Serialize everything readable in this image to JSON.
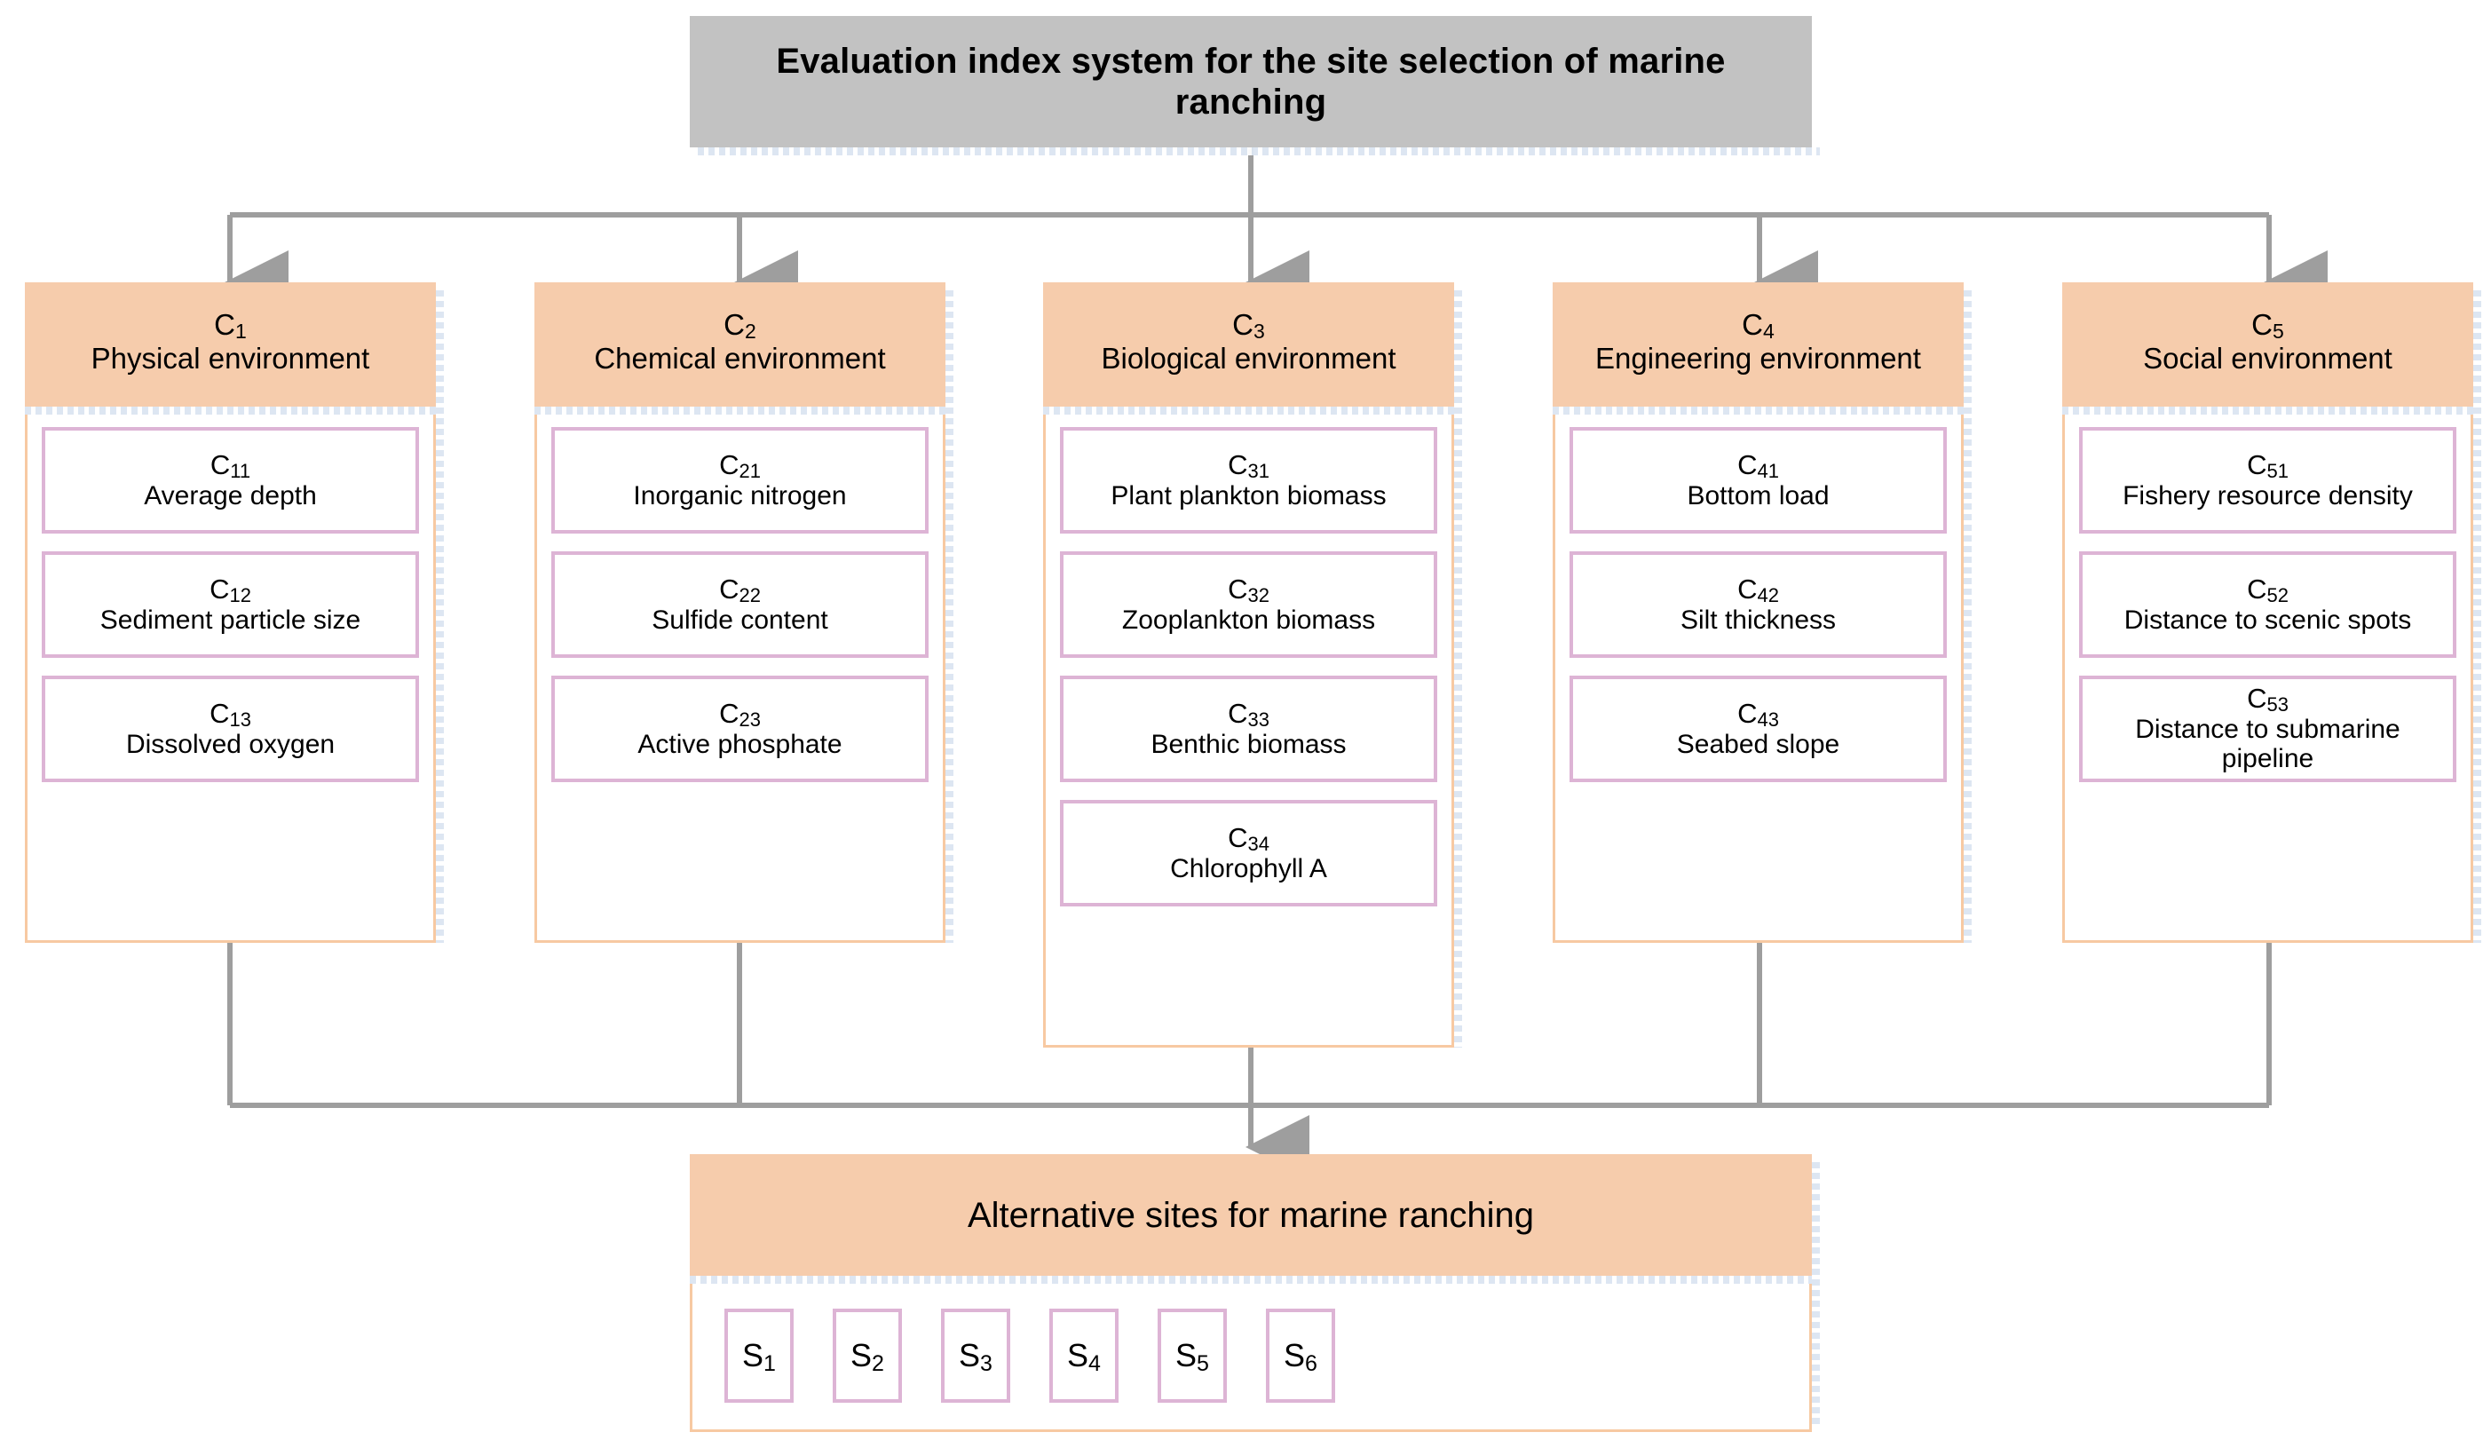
{
  "diagram": {
    "type": "hierarchy-tree",
    "root": {
      "title": "Evaluation index system for the site selection of marine ranching"
    },
    "criteria": [
      {
        "code": "C",
        "sub": "1",
        "name": "Physical environment",
        "indicators": [
          {
            "code": "C",
            "sub": "11",
            "name": "Average depth"
          },
          {
            "code": "C",
            "sub": "12",
            "name": "Sediment particle size"
          },
          {
            "code": "C",
            "sub": "13",
            "name": "Dissolved oxygen"
          }
        ]
      },
      {
        "code": "C",
        "sub": "2",
        "name": "Chemical environment",
        "indicators": [
          {
            "code": "C",
            "sub": "21",
            "name": "Inorganic nitrogen"
          },
          {
            "code": "C",
            "sub": "22",
            "name": "Sulfide content"
          },
          {
            "code": "C",
            "sub": "23",
            "name": "Active phosphate"
          }
        ]
      },
      {
        "code": "C",
        "sub": "3",
        "name": "Biological environment",
        "indicators": [
          {
            "code": "C",
            "sub": "31",
            "name": "Plant plankton biomass"
          },
          {
            "code": "C",
            "sub": "32",
            "name": "Zooplankton biomass"
          },
          {
            "code": "C",
            "sub": "33",
            "name": "Benthic biomass"
          },
          {
            "code": "C",
            "sub": "34",
            "name": "Chlorophyll A"
          }
        ]
      },
      {
        "code": "C",
        "sub": "4",
        "name": "Engineering environment",
        "indicators": [
          {
            "code": "C",
            "sub": "41",
            "name": "Bottom load"
          },
          {
            "code": "C",
            "sub": "42",
            "name": "Silt thickness"
          },
          {
            "code": "C",
            "sub": "43",
            "name": "Seabed slope"
          }
        ]
      },
      {
        "code": "C",
        "sub": "5",
        "name": "Social environment",
        "indicators": [
          {
            "code": "C",
            "sub": "51",
            "name": "Fishery resource density"
          },
          {
            "code": "C",
            "sub": "52",
            "name": "Distance to scenic spots"
          },
          {
            "code": "C",
            "sub": "53",
            "name": "Distance to submarine pipeline"
          }
        ]
      }
    ],
    "alternatives": {
      "title": "Alternative sites for marine ranching",
      "sites": [
        {
          "code": "S",
          "sub": "1"
        },
        {
          "code": "S",
          "sub": "2"
        },
        {
          "code": "S",
          "sub": "3"
        },
        {
          "code": "S",
          "sub": "4"
        },
        {
          "code": "S",
          "sub": "5"
        },
        {
          "code": "S",
          "sub": "6"
        }
      ]
    },
    "colors": {
      "root_fill": "#c2c2c2",
      "criteria_header_fill": "#f6ccac",
      "criteria_body_border": "#f7c9a2",
      "indicator_border": "#ddb4d5",
      "connector": "#9e9e9e",
      "shadow": "#dbe5f1",
      "text": "#000000",
      "background": "#ffffff"
    }
  }
}
